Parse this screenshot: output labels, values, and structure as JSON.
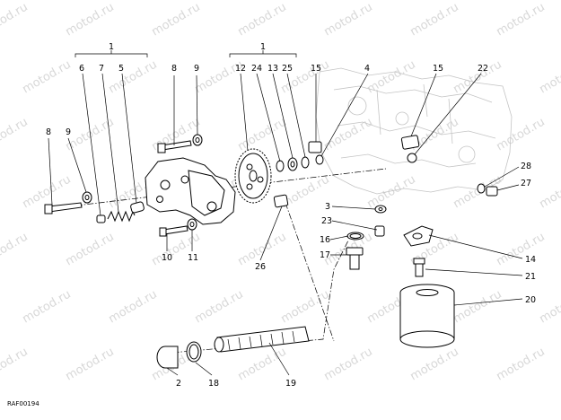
{
  "diagram": {
    "drawing_code": "RAF00194",
    "watermark_text": "motod.ru",
    "group_labels": [
      "1",
      "1"
    ],
    "callouts": [
      "6",
      "7",
      "5",
      "8",
      "9",
      "8",
      "9",
      "12",
      "24",
      "13",
      "25",
      "15",
      "4",
      "15",
      "22",
      "28",
      "27",
      "3",
      "23",
      "16",
      "17",
      "14",
      "21",
      "20",
      "10",
      "11",
      "26",
      "2",
      "18",
      "19"
    ]
  }
}
